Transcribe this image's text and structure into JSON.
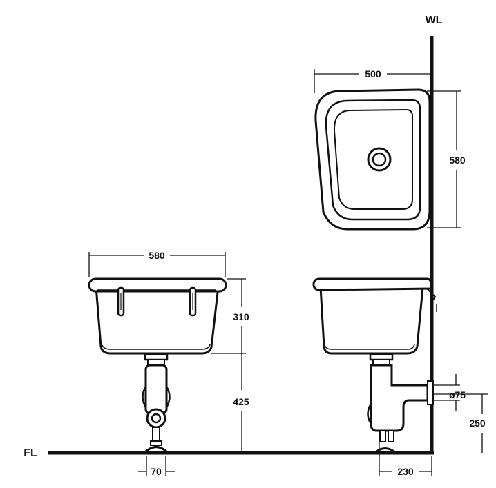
{
  "labels": {
    "wall_line": "WL",
    "floor_line": "FL"
  },
  "dimensions": {
    "top_width": "500",
    "top_depth": "580",
    "front_width": "580",
    "bowl_height": "310",
    "trap_height": "425",
    "pipe_diameter": "ø75",
    "outlet_height": "250",
    "leg_spacing": "70",
    "wall_offset": "230"
  },
  "colors": {
    "line": "#111111",
    "fill": "#ffffff"
  }
}
